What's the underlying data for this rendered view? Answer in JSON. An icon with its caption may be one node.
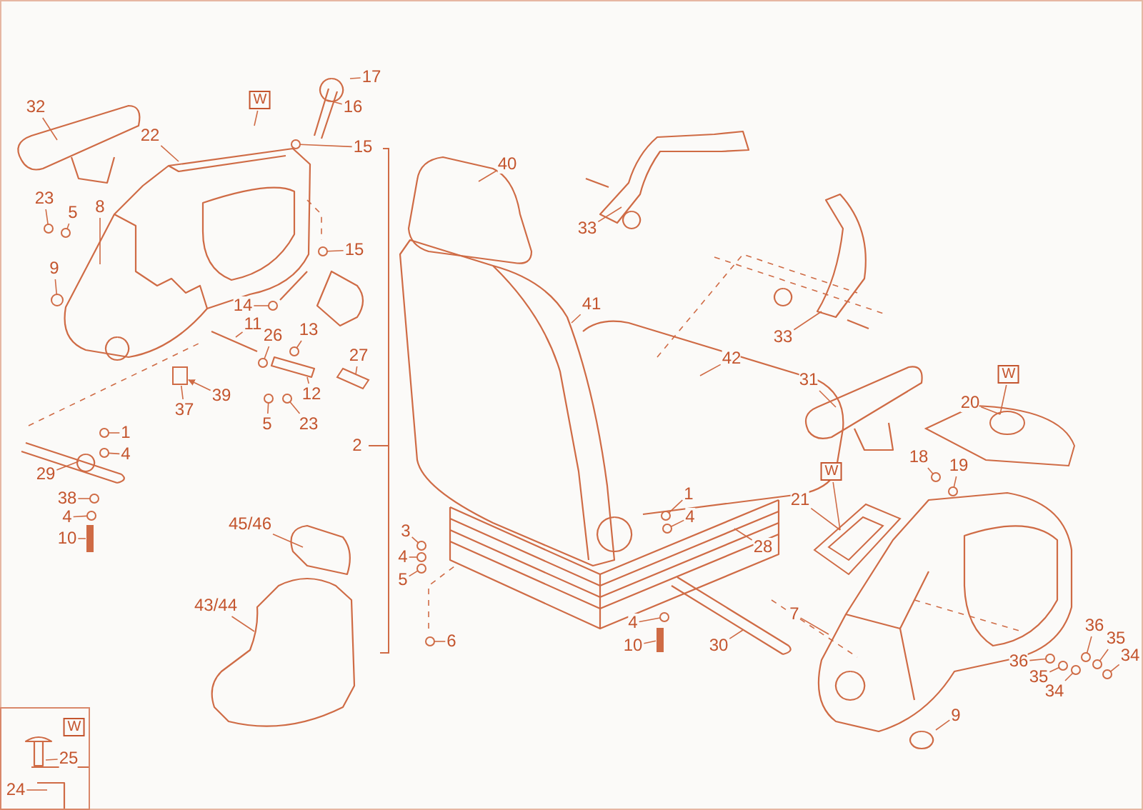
{
  "diagram": {
    "nodes": [
      {
        "text": [
          "W"
        ]
      },
      {
        "text": [
          "17"
        ]
      },
      {
        "text": [
          "16"
        ]
      },
      {
        "text": [
          "15"
        ]
      },
      {
        "text": [
          "32"
        ]
      },
      {
        "text": [
          "22"
        ]
      },
      {
        "text": [
          "23"
        ]
      },
      {
        "text": [
          "5"
        ]
      },
      {
        "text": [
          "8"
        ]
      },
      {
        "text": [
          "9"
        ]
      },
      {
        "text": [
          "15"
        ]
      },
      {
        "text": [
          "14"
        ]
      },
      {
        "text": [
          "11"
        ]
      },
      {
        "text": [
          "26"
        ]
      },
      {
        "text": [
          "13"
        ]
      },
      {
        "text": [
          "27"
        ]
      },
      {
        "text": [
          "12"
        ]
      },
      {
        "text": [
          "39"
        ]
      },
      {
        "text": [
          "37"
        ]
      },
      {
        "text": [
          "5"
        ]
      },
      {
        "text": [
          "23"
        ]
      },
      {
        "text": [
          "1"
        ]
      },
      {
        "text": [
          "4"
        ]
      },
      {
        "text": [
          "29"
        ]
      },
      {
        "text": [
          "38"
        ]
      },
      {
        "text": [
          "4"
        ]
      },
      {
        "text": [
          "10"
        ]
      },
      {
        "text": [
          "40"
        ]
      },
      {
        "text": [
          "33"
        ]
      },
      {
        "text": [
          "41"
        ]
      },
      {
        "text": [
          "42"
        ]
      },
      {
        "text": [
          "33"
        ]
      },
      {
        "text": [
          "31"
        ]
      },
      {
        "text": [
          "W"
        ]
      },
      {
        "text": [
          "20"
        ]
      },
      {
        "text": [
          "18"
        ]
      },
      {
        "text": [
          "19"
        ]
      },
      {
        "text": [
          "W"
        ]
      },
      {
        "text": [
          "21"
        ]
      },
      {
        "text": [
          "1"
        ]
      },
      {
        "text": [
          "4"
        ]
      },
      {
        "text": [
          "28"
        ]
      },
      {
        "text": [
          "2"
        ]
      },
      {
        "text": [
          "3"
        ]
      },
      {
        "text": [
          "4"
        ]
      },
      {
        "text": [
          "5"
        ]
      },
      {
        "text": [
          "6"
        ]
      },
      {
        "text": [
          "4"
        ]
      },
      {
        "text": [
          "10"
        ]
      },
      {
        "text": [
          "30"
        ]
      },
      {
        "text": [
          "7"
        ]
      },
      {
        "text": [
          "36"
        ]
      },
      {
        "text": [
          "35"
        ]
      },
      {
        "text": [
          "34"
        ]
      },
      {
        "text": [
          "36"
        ]
      },
      {
        "text": [
          "35"
        ]
      },
      {
        "text": [
          "34"
        ]
      },
      {
        "text": [
          "9"
        ]
      },
      {
        "text": [
          "45/46"
        ]
      },
      {
        "text": [
          "43/44"
        ]
      },
      {
        "text": [],
        "shape": "box"
      },
      {
        "text": [
          "W"
        ],
        "in": 60
      },
      {
        "text": [
          "25"
        ],
        "in": 60
      },
      {
        "text": [
          "24"
        ],
        "in": 60
      },
      {
        "text": [],
        "shape": "circle"
      },
      {
        "text": [],
        "shape": "circle"
      },
      {
        "text": [],
        "shape": "circle"
      },
      {
        "text": [],
        "shape": "circle"
      },
      {
        "text": [],
        "shape": "circle"
      },
      {
        "text": [],
        "shape": "circle"
      },
      {
        "text": [],
        "shape": "circle"
      },
      {
        "text": [],
        "shape": "box"
      },
      {
        "text": [],
        "shape": "circle"
      },
      {
        "text": [],
        "shape": "circle"
      },
      {
        "text": [],
        "shape": "circle"
      },
      {
        "text": [],
        "shape": "circle"
      },
      {
        "text": [],
        "shape": "circle"
      },
      {
        "text": [],
        "shape": "circle"
      },
      {
        "text": [],
        "shape": "bar"
      },
      {
        "text": [],
        "shape": "circle"
      },
      {
        "text": [],
        "shape": "circle"
      },
      {
        "text": [],
        "shape": "circle"
      },
      {
        "text": [],
        "shape": "circle"
      },
      {
        "text": [],
        "shape": "circle"
      },
      {
        "text": [],
        "shape": "circle"
      },
      {
        "text": [],
        "shape": "circle"
      },
      {
        "text": [],
        "shape": "bar"
      },
      {
        "text": [],
        "shape": "circle"
      },
      {
        "text": [],
        "shape": "circle"
      },
      {
        "text": [],
        "shape": "circle"
      },
      {
        "text": [],
        "shape": "circle"
      },
      {
        "text": [],
        "shape": "circle"
      },
      {
        "text": [],
        "shape": "circle"
      },
      {
        "text": [],
        "shape": "circle"
      },
      {
        "text": [],
        "shape": "circle"
      },
      {
        "text": [],
        "shape": "circle"
      },
      {
        "text": [],
        "shape": "cylinder"
      },
      {
        "text": [],
        "shape": "picture"
      },
      {
        "text": [],
        "shape": "picture"
      }
    ],
    "edges": [
      {
        "from": 0,
        "to": null,
        "arrow": "none"
      },
      {
        "from": 1,
        "to": null,
        "arrow": "none"
      },
      {
        "from": 2,
        "to": null,
        "arrow": "none"
      },
      {
        "from": 3,
        "to": 64,
        "arrow": "none"
      },
      {
        "from": 4,
        "to": null,
        "arrow": "none"
      },
      {
        "from": 5,
        "to": null,
        "arrow": "none"
      },
      {
        "from": 6,
        "to": 65,
        "arrow": "none"
      },
      {
        "from": 7,
        "to": 66,
        "arrow": "none"
      },
      {
        "from": 8,
        "to": null,
        "arrow": "none"
      },
      {
        "from": 9,
        "to": 67,
        "arrow": "none"
      },
      {
        "from": 10,
        "to": 68,
        "arrow": "none"
      },
      {
        "from": 11,
        "to": 95,
        "arrow": "none"
      },
      {
        "from": 12,
        "to": null,
        "arrow": "none"
      },
      {
        "from": 13,
        "to": 69,
        "arrow": "none"
      },
      {
        "from": 14,
        "to": 70,
        "arrow": "none"
      },
      {
        "from": 15,
        "to": 96,
        "arrow": "none"
      },
      {
        "from": 16,
        "to": null,
        "arrow": "none"
      },
      {
        "from": 17,
        "to": 71,
        "arrow": "to"
      },
      {
        "from": 18,
        "to": 71,
        "arrow": "none"
      },
      {
        "from": 19,
        "to": 72,
        "arrow": "none"
      },
      {
        "from": 20,
        "to": 73,
        "arrow": "none"
      },
      {
        "from": 21,
        "to": 74,
        "arrow": "none"
      },
      {
        "from": 22,
        "to": 75,
        "arrow": "none"
      },
      {
        "from": 23,
        "to": null,
        "arrow": "none"
      },
      {
        "from": 24,
        "to": 76,
        "arrow": "none"
      },
      {
        "from": 25,
        "to": 77,
        "arrow": "none"
      },
      {
        "from": 26,
        "to": 78,
        "arrow": "none"
      },
      {
        "from": 27,
        "to": null,
        "arrow": "none"
      },
      {
        "from": 28,
        "to": null,
        "arrow": "none"
      },
      {
        "from": 29,
        "to": null,
        "arrow": "none"
      },
      {
        "from": 30,
        "to": null,
        "arrow": "none"
      },
      {
        "from": 31,
        "to": null,
        "arrow": "none"
      },
      {
        "from": 32,
        "to": null,
        "arrow": "none"
      },
      {
        "from": 33,
        "to": 97,
        "arrow": "none"
      },
      {
        "from": 34,
        "to": 97,
        "arrow": "none"
      },
      {
        "from": 35,
        "to": 87,
        "arrow": "none"
      },
      {
        "from": 36,
        "to": 88,
        "arrow": "none"
      },
      {
        "from": 37,
        "to": 98,
        "arrow": "none"
      },
      {
        "from": 38,
        "to": 98,
        "arrow": "none"
      },
      {
        "from": 39,
        "to": 83,
        "arrow": "none"
      },
      {
        "from": 40,
        "to": 84,
        "arrow": "none"
      },
      {
        "from": 41,
        "to": null,
        "arrow": "none"
      },
      {
        "from": 43,
        "to": 79,
        "arrow": "none"
      },
      {
        "from": 44,
        "to": 80,
        "arrow": "none"
      },
      {
        "from": 45,
        "to": 81,
        "arrow": "none"
      },
      {
        "from": 46,
        "to": 82,
        "arrow": "none"
      },
      {
        "from": 47,
        "to": 85,
        "arrow": "none"
      },
      {
        "from": 48,
        "to": 86,
        "arrow": "none"
      },
      {
        "from": 49,
        "to": null,
        "arrow": "none"
      },
      {
        "from": 50,
        "to": null,
        "arrow": "none"
      },
      {
        "from": 51,
        "to": 89,
        "arrow": "none"
      },
      {
        "from": 52,
        "to": 90,
        "arrow": "none"
      },
      {
        "from": 53,
        "to": 91,
        "arrow": "none"
      },
      {
        "from": 54,
        "to": 92,
        "arrow": "none"
      },
      {
        "from": 55,
        "to": 93,
        "arrow": "none"
      },
      {
        "from": 56,
        "to": 94,
        "arrow": "none"
      },
      {
        "from": 57,
        "to": null,
        "arrow": "none"
      },
      {
        "from": 58,
        "to": null,
        "arrow": "none"
      },
      {
        "from": 59,
        "to": null,
        "arrow": "none"
      },
      {
        "from": 62,
        "to": null,
        "arrow": "none"
      },
      {
        "from": 63,
        "to": null,
        "arrow": "none"
      }
    ]
  }
}
